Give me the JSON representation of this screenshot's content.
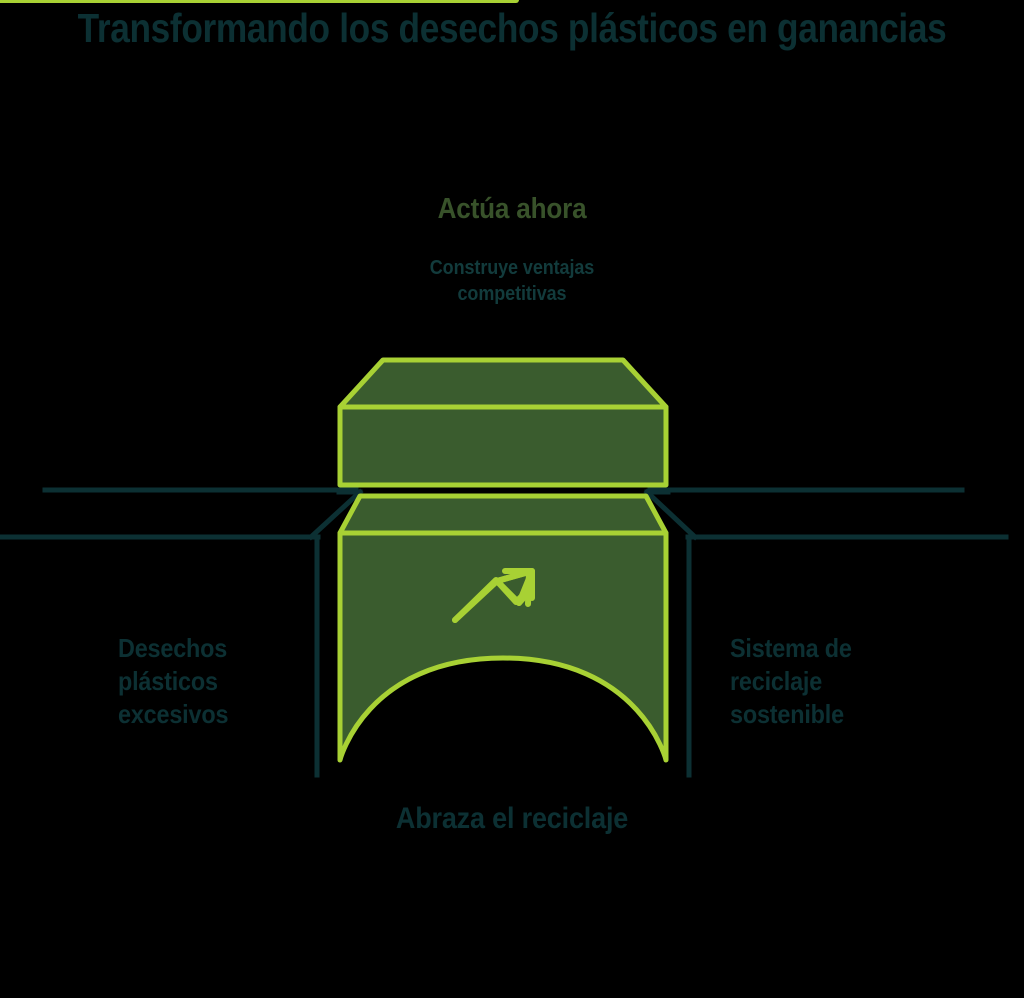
{
  "page": {
    "background_color": "#000000",
    "title": "Transformando los desechos plásticos en ganancias"
  },
  "colors": {
    "title_teal": "#0c3033",
    "label_teal": "#0c3033",
    "cta_green": "#38522a",
    "cta_sub_teal": "#123b3c",
    "shape_fill_green": "#3a5c2e",
    "shape_stroke_green": "#a8d134",
    "line_teal": "#0c3033"
  },
  "cta": {
    "heading": "Actúa ahora",
    "subtext": "Construye ventajas\ncompetitivas"
  },
  "labels": {
    "left": "Desechos\nplásticos\nexcesivos",
    "right": "Sistema de\nreciclaje\nsostenible",
    "bottom": "Abraza el reciclaje"
  },
  "icons": {
    "trend_up": "trending-up-arrow"
  },
  "chart_data": {
    "type": "diagram",
    "title": "Transformando los desechos plásticos en ganancias",
    "description": "Bridge / gateway diagram: an arch-shaped monument with a stacked cap, flanked by two horizontal baselines at different heights with an upward arrow connecting the lower level to the upper level on each side.",
    "nodes": [
      {
        "id": "left-baseline",
        "label": "Desechos plásticos excesivos",
        "side": "left",
        "level": "low"
      },
      {
        "id": "gateway",
        "label": "Abraza el reciclaje",
        "side": "center",
        "level": "bridge"
      },
      {
        "id": "cap",
        "label": "Actúa ahora / Construye ventajas competitivas",
        "side": "center",
        "level": "top"
      },
      {
        "id": "right-baseline",
        "label": "Sistema de reciclaje sostenible",
        "side": "right",
        "level": "low"
      }
    ],
    "edges": [
      {
        "from": "left-baseline",
        "to": "gateway",
        "type": "arrow-up"
      },
      {
        "from": "gateway",
        "to": "right-baseline",
        "type": "arrow-up"
      }
    ]
  }
}
